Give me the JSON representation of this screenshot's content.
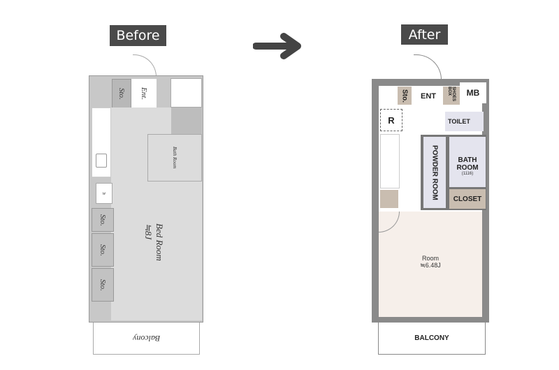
{
  "before": {
    "label": "Before",
    "rooms": {
      "sto1": "Sto.",
      "ent": "Ent.",
      "bath": "Bath Room",
      "w": "w",
      "sto2": "Sto.",
      "sto3": "Sto.",
      "sto4": "Sto.",
      "bed": "Bed Room",
      "bed_size": "≒8J",
      "balcony": "Balcony"
    }
  },
  "after": {
    "label": "After",
    "rooms": {
      "sto": "Sto.",
      "ent": "ENT",
      "shoes": "SHOES BOX",
      "mb": "MB",
      "r": "R",
      "toilet": "TOILET",
      "powder": "POWDER ROOM",
      "bath": "BATH ROOM",
      "bath_size": "(1116)",
      "closet": "CLOSET",
      "room": "Room",
      "room_size": "≒6.48J",
      "balcony": "BALCONY"
    }
  },
  "colors": {
    "wall": "#8a8a8a",
    "floor_before": "#d9d9d9",
    "floor_after": "#f6efea",
    "wet": "#e4e4ee",
    "storage": "#c9bdb0"
  }
}
